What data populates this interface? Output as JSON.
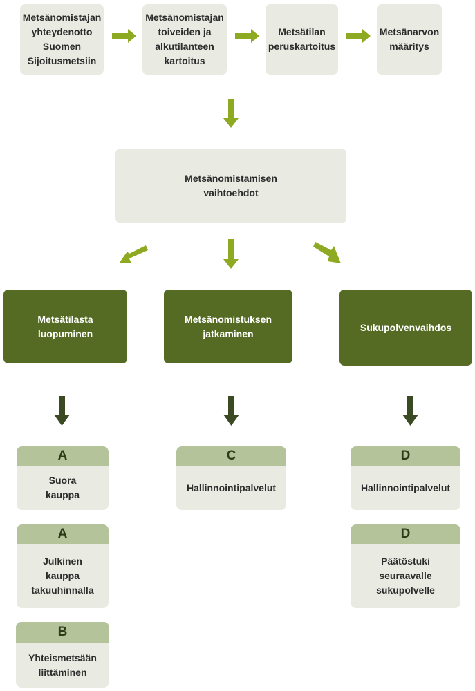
{
  "colors": {
    "light_box": "#e9ebe2",
    "dark_box": "#556b24",
    "card_header": "#b4c39a",
    "arrow_green": "#8eaa22",
    "arrow_dark": "#3b4a22"
  },
  "process": {
    "step1": "Metsänomistajan\nyhteydenotto\nSuomen\nSijoitusmetsiin",
    "step2": "Metsänomistajan\ntoiveiden ja\nalkutilanteen\nkartoitus",
    "step3": "Metsätilan\nperuskartoitus",
    "step4": "Metsänarvon\nmääritys"
  },
  "options": {
    "title": "Metsänomistamisen\nvaihtoehdot"
  },
  "branches": {
    "left": "Metsätilasta\nluopuminen",
    "middle": "Metsänomistuksen\njatkaminen",
    "right": "Sukupolvenvaihdos"
  },
  "cards": {
    "left1": {
      "letter": "A",
      "text": "Suora\nkauppa"
    },
    "left2": {
      "letter": "A",
      "text": "Julkinen\nkauppa\ntakuuhinnalla"
    },
    "left3": {
      "letter": "B",
      "text": "Yhteismetsään\nliittäminen"
    },
    "middle1": {
      "letter": "C",
      "text": "Hallinnointipalvelut"
    },
    "right1": {
      "letter": "D",
      "text": "Hallinnointipalvelut"
    },
    "right2": {
      "letter": "D",
      "text": "Päätöstuki\nseuraavalle\nsukupolvelle"
    }
  }
}
